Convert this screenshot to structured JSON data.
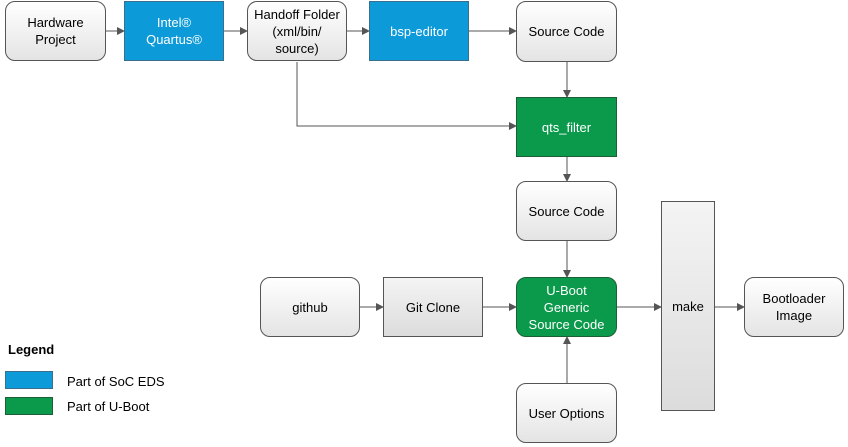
{
  "nodes": {
    "hardware_project": "Hardware\nProject",
    "intel_quartus": "Intel®\nQuartus®",
    "handoff_folder": "Handoff Folder\n(xml/bin/\nsource)",
    "bsp_editor": "bsp-editor",
    "source_code_top": "Source Code",
    "qts_filter": "qts_filter",
    "source_code_mid": "Source Code",
    "github": "github",
    "git_clone": "Git Clone",
    "uboot_generic": "U-Boot\nGeneric\nSource Code",
    "make": "make",
    "bootloader_image": "Bootloader\nImage",
    "user_options": "User Options"
  },
  "legend": {
    "title": "Legend",
    "items": [
      {
        "label": "Part of SoC EDS",
        "color": "#0d9ad8"
      },
      {
        "label": "Part of U-Boot",
        "color": "#0b9a4c"
      }
    ]
  },
  "colors": {
    "soc_eds": "#0d9ad8",
    "u_boot": "#0b9a4c",
    "gray": "#e4e4e4"
  }
}
